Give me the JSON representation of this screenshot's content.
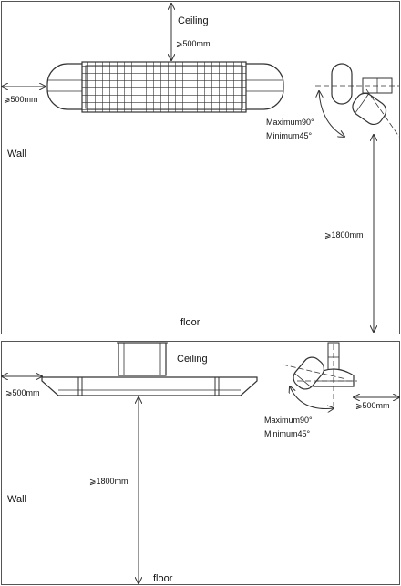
{
  "top_panel": {
    "ceiling_label": "Ceiling",
    "ceiling_clearance": "⩾500mm",
    "side_clearance": "⩾500mm",
    "wall_label": "Wall",
    "tilt_max": "Maximum90°",
    "tilt_min": "Minimum45°",
    "height_clearance": "⩾1800mm",
    "floor_label": "floor"
  },
  "bottom_panel": {
    "ceiling_label": "Ceiling",
    "side_clearance": "⩾500mm",
    "right_clearance": "⩾500mm",
    "tilt_max": "Maximum90°",
    "tilt_min": "Minimum45°",
    "height_clearance": "⩾1800mm",
    "wall_label": "Wall",
    "floor_label": "floor"
  },
  "colors": {
    "line": "#333333",
    "panel_border": "#555555",
    "background": "#ffffff"
  }
}
